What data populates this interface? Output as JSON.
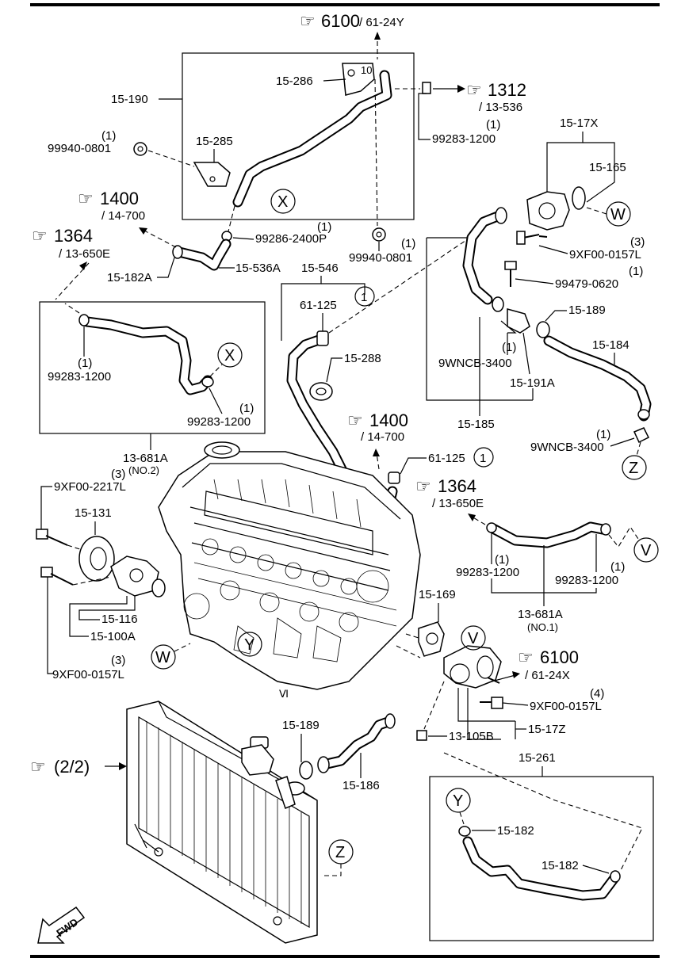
{
  "references": {
    "ref_6100_top": {
      "page": "6100",
      "section": "/ 61-24Y"
    },
    "ref_1312": {
      "page": "1312",
      "section": "/ 13-536"
    },
    "ref_1400_left": {
      "page": "1400",
      "section": "/ 14-700"
    },
    "ref_1364_left": {
      "page": "1364",
      "section": "/ 13-650E"
    },
    "ref_1400_mid": {
      "page": "1400",
      "section": "/ 14-700"
    },
    "ref_1364_right": {
      "page": "1364",
      "section": "/ 13-650E"
    },
    "ref_6100_right": {
      "page": "6100",
      "section": "/ 61-24X"
    },
    "ref_22": {
      "page": "(2/2)"
    }
  },
  "parts": {
    "p15_190": "15-190",
    "p15_286": "15-286",
    "p15_285": "15-285",
    "p99940_0801_a": "99940-0801",
    "p99940_0801_a_qty": "(1)",
    "p99283_1200_top": "99283-1200",
    "p99283_1200_top_qty": "(1)",
    "p15_17x": "15-17X",
    "p15_165": "15-165",
    "p99286_2400p": "99286-2400P",
    "p99286_2400p_qty": "(1)",
    "p99940_0801_b": "99940-0801",
    "p99940_0801_b_qty": "(1)",
    "p15_182a": "15-182A",
    "p15_536a": "15-536A",
    "p15_546": "15-546",
    "p61_125_a": "61-125",
    "p9xf00_0157l_a": "9XF00-0157L",
    "p9xf00_0157l_a_qty": "(3)",
    "p99479_0620": "99479-0620",
    "p99479_0620_qty": "(1)",
    "p15_189_a": "15-189",
    "p15_184": "15-184",
    "p15_288": "15-288",
    "p9wncb_3400_a": "9WNCB-3400",
    "p9wncb_3400_a_qty": "(1)",
    "p15_191a": "15-191A",
    "p99283_1200_l1": "99283-1200",
    "p99283_1200_l1_qty": "(1)",
    "p99283_1200_l2": "99283-1200",
    "p99283_1200_l2_qty": "(1)",
    "p15_185": "15-185",
    "p9wncb_3400_b": "9WNCB-3400",
    "p9wncb_3400_b_qty": "(1)",
    "p13_681a_no2": "13-681A",
    "p13_681a_no2_sub": "(NO.2)",
    "p9xf00_2217l": "9XF00-2217L",
    "p9xf00_2217l_qty": "(3)",
    "p61_125_b": "61-125",
    "p15_131": "15-131",
    "p99283_1200_r1": "99283-1200",
    "p99283_1200_r1_qty": "(1)",
    "p99283_1200_r2": "99283-1200",
    "p99283_1200_r2_qty": "(1)",
    "p15_116": "15-116",
    "p15_100a": "15-100A",
    "p15_169": "15-169",
    "p13_681a_no1": "13-681A",
    "p13_681a_no1_sub": "(NO.1)",
    "p9xf00_0157l_b": "9XF00-0157L",
    "p9xf00_0157l_b_qty": "(3)",
    "p9xf00_0157l_c": "9XF00-0157L",
    "p9xf00_0157l_c_qty": "(4)",
    "p15_189_b": "15-189",
    "p15_17z": "15-17Z",
    "p13_105b": "13-105B",
    "p15_186": "15-186",
    "p15_261": "15-261",
    "p15_182_a": "15-182",
    "p15_182_b": "15-182",
    "fwd": "FWD",
    "engine_mark": "Ⅵ"
  },
  "callouts": {
    "one": "1",
    "x": "X",
    "w": "W",
    "y": "Y",
    "v": "V",
    "z": "Z"
  }
}
